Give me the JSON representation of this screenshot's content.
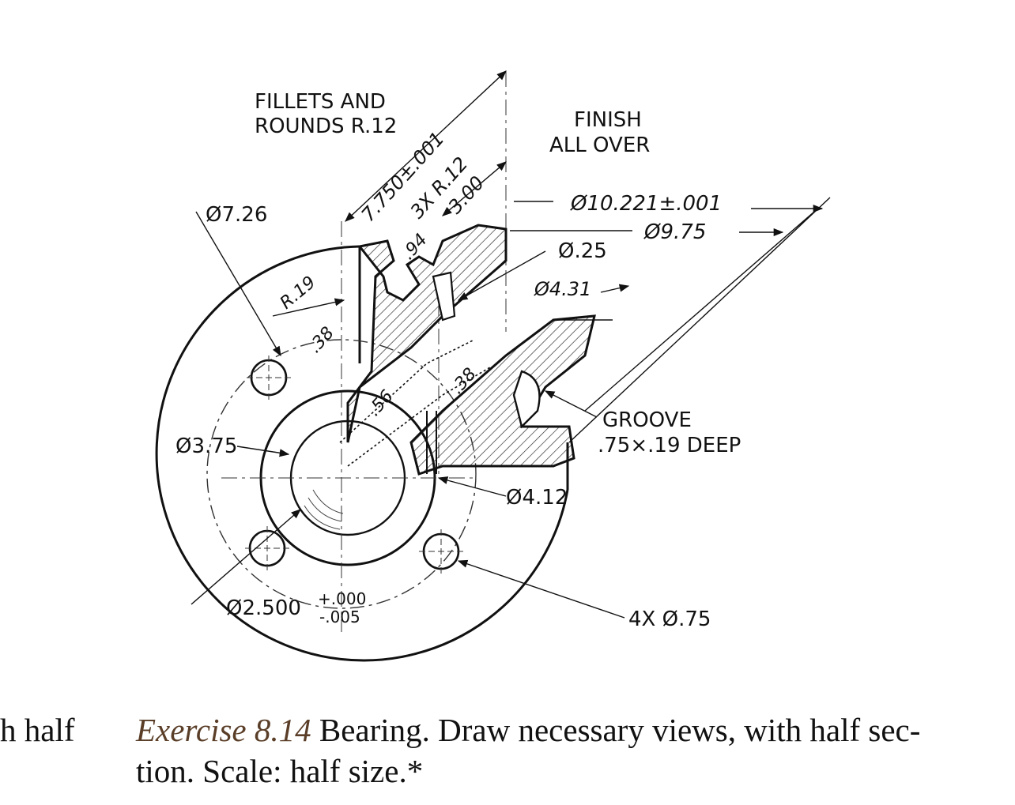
{
  "labels": {
    "fillets_1": "FILLETS AND",
    "fillets_2": "ROUNDS R.12",
    "finish_1": "FINISH",
    "finish_2": "ALL OVER",
    "dia_7_26": "Ø7.26",
    "dim_7_750": "7.750±.001",
    "dim_3x_r12": "3X R.12",
    "dim_3_00": "3.00",
    "dim_94": ".94",
    "dia_10_221": "Ø10.221±.001",
    "dia_9_75": "Ø9.75",
    "dia_25": "Ø.25",
    "dia_4_31": "Ø4.31",
    "dim_r19": "R.19",
    "dim_38_a": ".38",
    "dim_56": ".56",
    "dim_38_b": ".38",
    "groove_1": "GROOVE",
    "groove_2": ".75×.19 DEEP",
    "dia_3_75": "Ø3.75",
    "dia_4_12": "Ø4.12",
    "dia_2_500": "Ø2.500",
    "tol_plus": "+.000",
    "tol_minus": "-.005",
    "holes": "4X Ø.75"
  },
  "caption": {
    "left_fragment": "h half",
    "exercise_label": "Exercise 8.14",
    "line1_text": " Bearing. Draw necessary views, with half sec-",
    "line2_text": "tion. Scale: half size.*"
  }
}
